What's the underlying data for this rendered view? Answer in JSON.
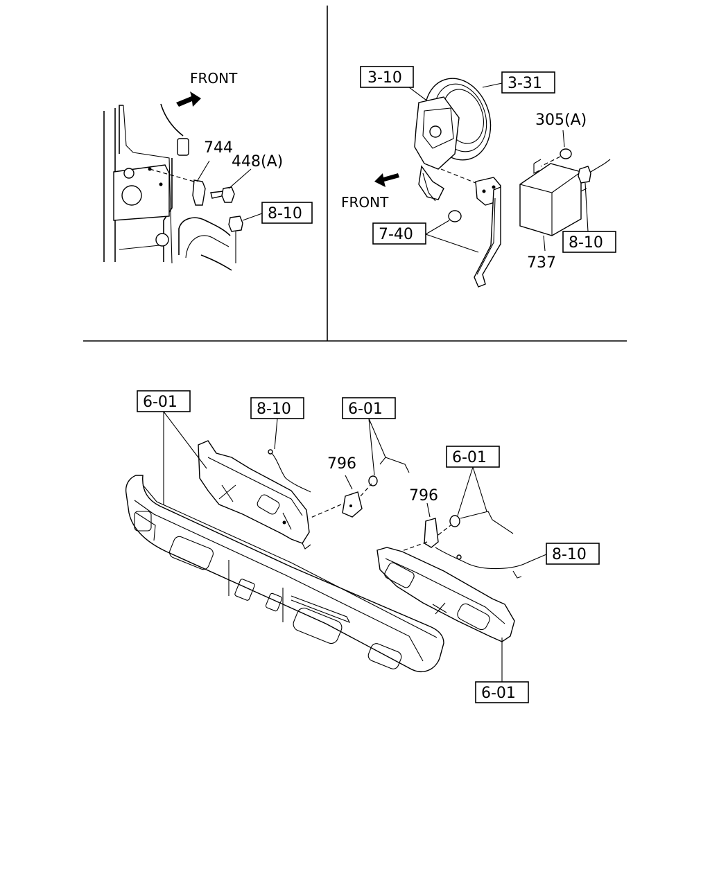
{
  "top_left": {
    "front_label": "FRONT",
    "callouts": [
      "744",
      "448(A)"
    ],
    "boxed_refs": [
      "8-10"
    ]
  },
  "top_right": {
    "front_label": "FRONT",
    "callouts": [
      "305(A)",
      "737"
    ],
    "boxed_refs": [
      "3-10",
      "3-31",
      "7-40",
      "8-10"
    ]
  },
  "bottom": {
    "callouts": [
      "796",
      "796"
    ],
    "boxed_refs": [
      "6-01",
      "8-10",
      "6-01",
      "6-01",
      "8-10",
      "6-01"
    ]
  }
}
